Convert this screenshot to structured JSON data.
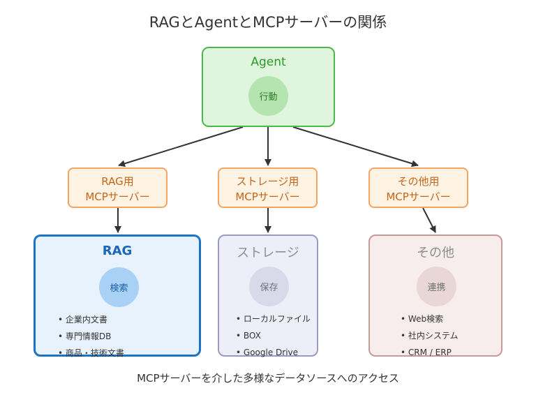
{
  "title": "RAGとAgentとMCPサーバーの関係",
  "agent": {
    "label": "Agent",
    "role": "行動"
  },
  "mcp_servers": [
    {
      "line1": "RAG用",
      "line2": "MCPサーバー"
    },
    {
      "line1": "ストレージ用",
      "line2": "MCPサーバー"
    },
    {
      "line1": "その他用",
      "line2": "MCPサーバー"
    }
  ],
  "rag": {
    "label": "RAG",
    "role": "検索",
    "items": [
      "企業内文書",
      "専門情報DB",
      "商品・技術文書"
    ]
  },
  "storage": {
    "label": "ストレージ",
    "role": "保存",
    "items": [
      "ローカルファイル",
      "BOX",
      "Google Drive"
    ]
  },
  "other": {
    "label": "その他",
    "role": "連携",
    "items": [
      "Web検索",
      "社内システム",
      "CRM / ERP"
    ]
  },
  "caption": "MCPサーバーを介した多様なデータソースへのアクセス",
  "colors": {
    "agent": "#4cb84c",
    "mcp": "#f2a460",
    "rag": "#1a73c8",
    "storage": "#9a9ac4",
    "other": "#c49a9a",
    "arrow": "#333333"
  }
}
